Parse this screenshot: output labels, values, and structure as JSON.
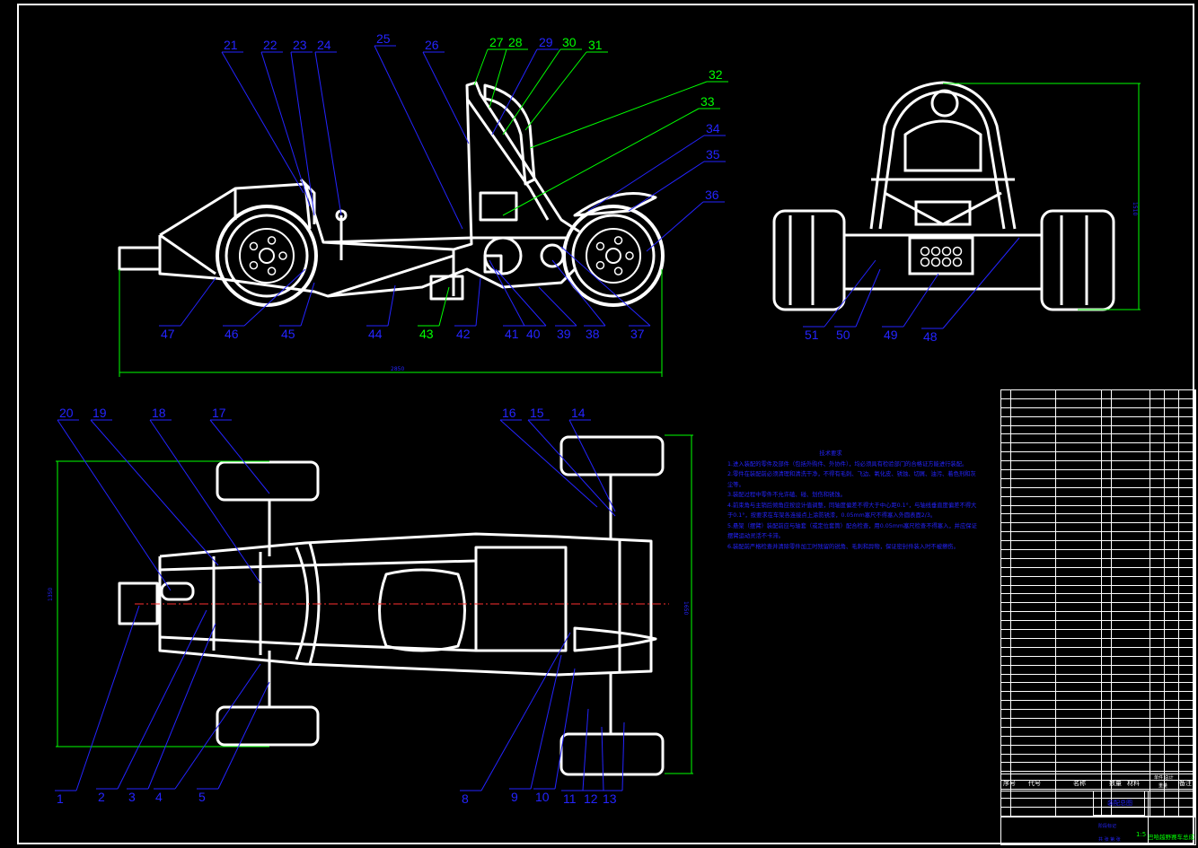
{
  "drawing": {
    "title_block": {
      "headers": {
        "seq": "序号",
        "code": "代号",
        "name": "名称",
        "qty": "数量",
        "material": "材料",
        "weight": "单件 总计",
        "weight_label": "重量",
        "remark": "备注"
      },
      "unit_name": "装配总图",
      "scale": "1:5",
      "stage_mark": "阶段标记",
      "sheet": "共 张 第 张",
      "drawing_name": "巴哈越野赛车总成"
    },
    "dimensions": {
      "side_length": "2850",
      "front_height": "1510",
      "top_width": "1350",
      "top_wheelbase": "1650"
    },
    "notes": {
      "title": "技术要求",
      "lines": [
        "1.进入装配的零件及部件（包括外购件、外协件），均必须具有检验部门的合格证方能进行装配。",
        "2.零件在装配前必须清理和清洗干净，不得有毛刺、飞边、氧化皮、锈蚀、切屑、油污、着色剂和灰尘等。",
        "3.装配过程中零件不允许磕、碰、划伤和锈蚀。",
        "4.前束角与主销后倾角应按设计值调整，同轴度偏差不得大于中心距0.1°，与轴线垂直度偏差不得大于0.1°，按要求在车架各连接点上涂防锈漆，0.05mm塞尺不得塞入外圆表面2/3。",
        "5.悬架（摆臂）装配前应与轴套（或定位套筒）配合检查，用0.05mm塞尺检查不得塞入，并应保证摆臂运动灵活不卡滞。",
        "6.装配前严格检查并清除零件加工时残留的锐角、毛刺和异物，保证密封件装入时不被擦伤。"
      ]
    },
    "callouts": {
      "side": [
        {
          "n": "21",
          "c": "#2424ff"
        },
        {
          "n": "22",
          "c": "#2424ff"
        },
        {
          "n": "23",
          "c": "#2424ff"
        },
        {
          "n": "24",
          "c": "#2424ff"
        },
        {
          "n": "25",
          "c": "#2424ff"
        },
        {
          "n": "26",
          "c": "#2424ff"
        },
        {
          "n": "27",
          "c": "#00ff00"
        },
        {
          "n": "28",
          "c": "#00ff00"
        },
        {
          "n": "29",
          "c": "#2424ff"
        },
        {
          "n": "30",
          "c": "#00ff00"
        },
        {
          "n": "31",
          "c": "#00ff00"
        },
        {
          "n": "32",
          "c": "#00ff00"
        },
        {
          "n": "33",
          "c": "#00ff00"
        },
        {
          "n": "34",
          "c": "#2424ff"
        },
        {
          "n": "35",
          "c": "#2424ff"
        },
        {
          "n": "36",
          "c": "#2424ff"
        },
        {
          "n": "47",
          "c": "#2424ff"
        },
        {
          "n": "46",
          "c": "#2424ff"
        },
        {
          "n": "45",
          "c": "#2424ff"
        },
        {
          "n": "44",
          "c": "#2424ff"
        },
        {
          "n": "43",
          "c": "#00ff00"
        },
        {
          "n": "42",
          "c": "#2424ff"
        },
        {
          "n": "41",
          "c": "#2424ff"
        },
        {
          "n": "40",
          "c": "#2424ff"
        },
        {
          "n": "39",
          "c": "#2424ff"
        },
        {
          "n": "38",
          "c": "#2424ff"
        },
        {
          "n": "37",
          "c": "#2424ff"
        }
      ],
      "front": [
        {
          "n": "51",
          "c": "#2424ff"
        },
        {
          "n": "50",
          "c": "#2424ff"
        },
        {
          "n": "49",
          "c": "#2424ff"
        },
        {
          "n": "48",
          "c": "#2424ff"
        }
      ],
      "top": [
        {
          "n": "20",
          "c": "#2424ff"
        },
        {
          "n": "19",
          "c": "#2424ff"
        },
        {
          "n": "18",
          "c": "#2424ff"
        },
        {
          "n": "17",
          "c": "#2424ff"
        },
        {
          "n": "16",
          "c": "#2424ff"
        },
        {
          "n": "15",
          "c": "#2424ff"
        },
        {
          "n": "14",
          "c": "#2424ff"
        },
        {
          "n": "1",
          "c": "#2424ff"
        },
        {
          "n": "2",
          "c": "#2424ff"
        },
        {
          "n": "3",
          "c": "#2424ff"
        },
        {
          "n": "4",
          "c": "#2424ff"
        },
        {
          "n": "5",
          "c": "#2424ff"
        },
        {
          "n": "8",
          "c": "#2424ff"
        },
        {
          "n": "9",
          "c": "#2424ff"
        },
        {
          "n": "10",
          "c": "#2424ff"
        },
        {
          "n": "11",
          "c": "#2424ff"
        },
        {
          "n": "12",
          "c": "#2424ff"
        },
        {
          "n": "13",
          "c": "#2424ff"
        }
      ]
    },
    "colors": {
      "background": "#000000",
      "lines": "#ffffff",
      "leader_blue": "#2424ff",
      "leader_green": "#00ff00",
      "centerline": "#ff3030"
    }
  }
}
